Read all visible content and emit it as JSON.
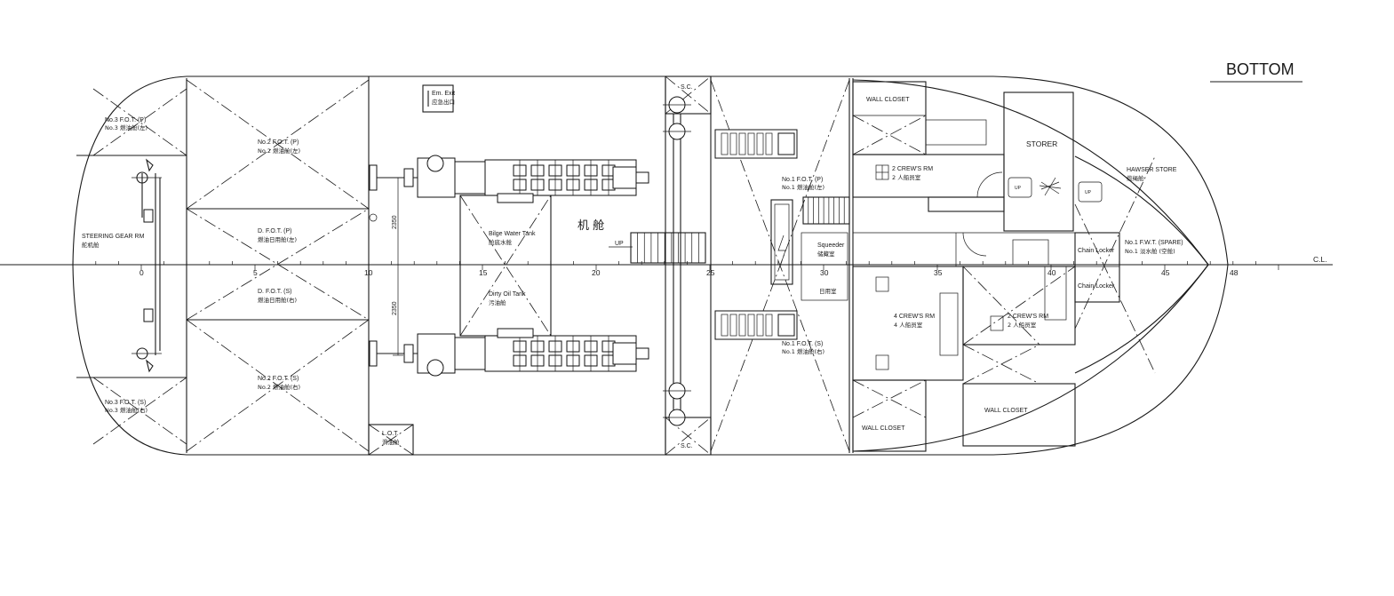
{
  "title": "BOTTOM",
  "centerline_label": "C.L.",
  "frame_numbers": [
    "0",
    "5",
    "10",
    "15",
    "20",
    "25",
    "30",
    "35",
    "40",
    "45",
    "48"
  ],
  "compartments": {
    "no3_fot_p": {
      "en": "No.3 F.O.T. (P)",
      "cn": "No.3 燃油舱(左)"
    },
    "no3_fot_s": {
      "en": "No.3 F.O.T. (S)",
      "cn": "No.3 燃油舱(右)"
    },
    "steering_gear": {
      "en": "STEERING GEAR RM",
      "cn": "舵机舱"
    },
    "no2_fot_p": {
      "en": "No.2 F.O.T. (P)",
      "cn": "No.2 燃油舱(左)"
    },
    "no2_fot_s": {
      "en": "No.2 F.O.T. (S)",
      "cn": "No.2 燃油舱(右)"
    },
    "d_fot_p": {
      "en": "D. F.O.T. (P)",
      "cn": "燃油日用舱(左)"
    },
    "d_fot_s": {
      "en": "D. F.O.T. (S)",
      "cn": "燃油日用舱(右)"
    },
    "em_exit": {
      "en": "Em. Exit",
      "cn": "应急出口"
    },
    "lot": {
      "en": "L.O.T.",
      "cn": "滑油舱"
    },
    "bilge_water": {
      "en": "Bilge Water Tank",
      "cn": "舱底水舱"
    },
    "dirty_oil": {
      "en": "Dirty Oil Tank",
      "cn": "污油舱"
    },
    "engine_room_cn": "机 舱",
    "up": "UP",
    "sc_top": "S.C.",
    "sc_bottom": "S.C.",
    "no1_fot_p": {
      "en": "No.1 F.O.T. (P)",
      "cn": "No.1 燃油舱(左)"
    },
    "no1_fot_s": {
      "en": "No.1 F.O.T. (S)",
      "cn": "No.1 燃油舱(右)"
    },
    "squeeder": {
      "en": "Squeeder",
      "cn": "储藏室"
    },
    "fwd_room": {
      "en": "日用室",
      "cn": "日用室"
    },
    "wall_closet_top": "WALL CLOSET",
    "wall_closet_bottom_left": "WALL CLOSET",
    "wall_closet_bottom_right": "WALL CLOSET",
    "crew2_top": {
      "en": "2 CREW'S RM",
      "cn": "2 人船员室"
    },
    "crew4": {
      "en": "4 CREW'S RM",
      "cn": "4 人船员室"
    },
    "crew2_bottom": {
      "en": "2 CREW'S RM",
      "cn": "2 人船员室"
    },
    "storer": "STORER",
    "hawser_store": {
      "en": "HAWSER STORE",
      "cn": "缆绳舱"
    },
    "chain_locker_1": "Chain Locker",
    "chain_locker_2": "Chain Locker",
    "no1_fwt": {
      "en": "No.1 F.W.T. (SPARE)",
      "cn": "No.1 淡水舱 (空舱)"
    },
    "dim_2350_top": "2350",
    "dim_2350_bottom": "2350"
  }
}
